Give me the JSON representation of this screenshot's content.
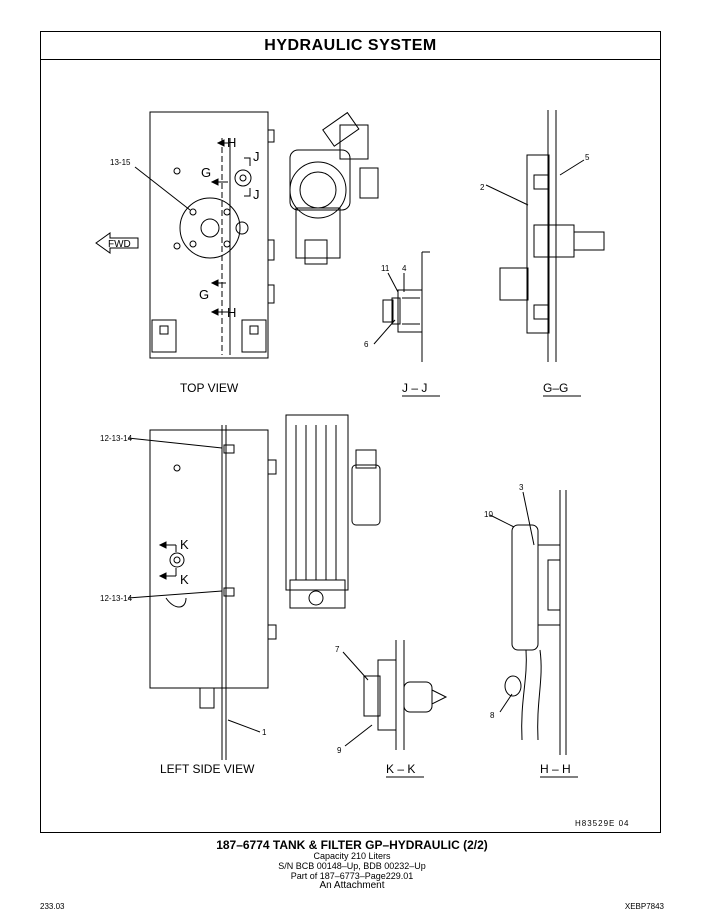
{
  "header": {
    "title": "HYDRAULIC SYSTEM"
  },
  "views": {
    "top_view": "TOP VIEW",
    "left_side_view": "LEFT SIDE VIEW",
    "jj": "J – J",
    "gg": "G–G",
    "kk": "K – K",
    "hh": "H – H"
  },
  "callouts": {
    "c13_15": "13-15",
    "c2": "2",
    "c5": "5",
    "c11": "11",
    "c4": "4",
    "c6": "6",
    "c12_13_14_a": "12-13-14",
    "c12_13_14_b": "12-13-14",
    "c3": "3",
    "c10": "10",
    "c7": "7",
    "c9": "9",
    "c8": "8",
    "c1": "1"
  },
  "section_marks": {
    "h": "H",
    "j": "J",
    "g": "G",
    "k": "K"
  },
  "direction": {
    "fwd": "FWD"
  },
  "drawing_id": "H83529E   04",
  "footer": {
    "part_title": "187–6774  TANK & FILTER GP–HYDRAULIC (2/2)",
    "capacity": "Capacity  210  Liters",
    "serials": "S/N BCB 00148–Up, BDB 00232–Up",
    "part_of": "Part of 187–6773–Page229.01",
    "attachment": "An Attachment"
  },
  "page": {
    "number": "233.03",
    "doc_code": "XEBP7843"
  }
}
